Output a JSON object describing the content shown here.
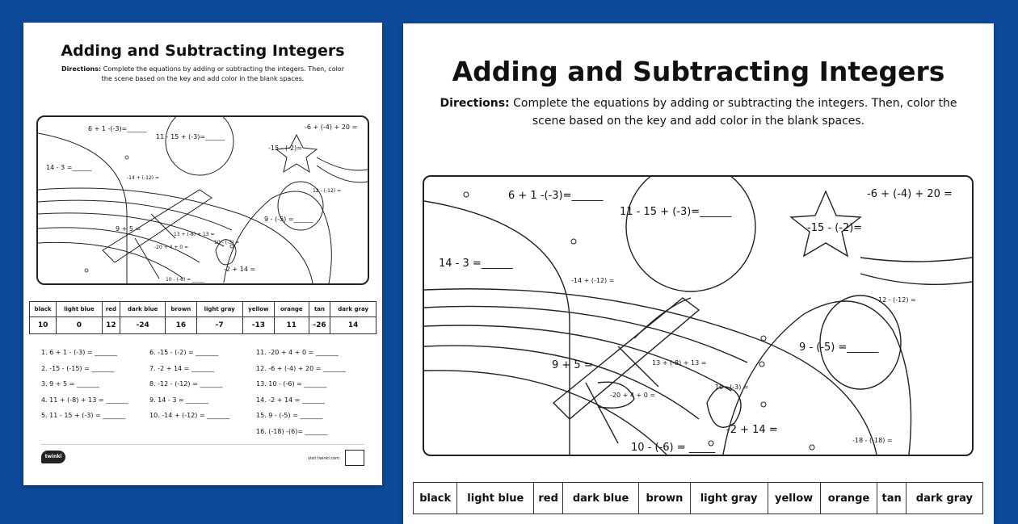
{
  "title": "Adding and Subtracting Integers",
  "directions": {
    "label": "Directions:",
    "text": "Complete the equations by adding or subtracting the integers. Then, color the scene based on the key and add color in the blank spaces."
  },
  "scene_equations": {
    "e1": "6 + 1 -(-3)=______",
    "e2": "11 - 15 + (-3)=______",
    "e3": "-6 + (-4) + 20 =",
    "e4": "-15 - (-2)=",
    "e5": "14 - 3 =______",
    "e6": "-14 + (-12) =",
    "e7": "12 - (-12) =",
    "e8": "9 - (-5) =______",
    "e9": "9 + 5 =",
    "e10": "13 + (-8) + 13 =",
    "e11": "-20 + 4 + 0 =",
    "e12": "10 - (-3) =",
    "e13": "-2 + 14 =",
    "e14": "10 - (-6) = _____",
    "e15": "-18 - (-18) ="
  },
  "key": {
    "colors": [
      "black",
      "light blue",
      "red",
      "dark blue",
      "brown",
      "light gray",
      "yellow",
      "orange",
      "tan",
      "dark gray"
    ],
    "values": [
      "10",
      "0",
      "12",
      "-24",
      "16",
      "-7",
      "-13",
      "11",
      "-26",
      "14"
    ]
  },
  "questions": {
    "col1": [
      "1. 6 + 1 - (-3) = _______",
      "2. -15 - (-15) = _______",
      "3. 9 + 5 = _______",
      "4. 11 + (-8) + 13 = _______",
      "5. 11 - 15 + (-3) = _______"
    ],
    "col2": [
      "6. -15 - (-2) = _______",
      "7. -2 + 14 = _______",
      "8. -12 - (-12) = _______",
      "9. 14 - 3 = _______",
      "10. -14 + (-12) = _______"
    ],
    "col3": [
      "11. -20 + 4 + 0 = _______",
      "12. -6 + (-4) + 20 = _______",
      "13. 10 - (-6) = _______",
      "14. -2 + 14 = _______",
      "15. 9 - (-5) = _______",
      "16. (-18) -(6)= _______"
    ]
  },
  "footer": {
    "logo": "twinkl",
    "url": "visit twinkl.com"
  }
}
